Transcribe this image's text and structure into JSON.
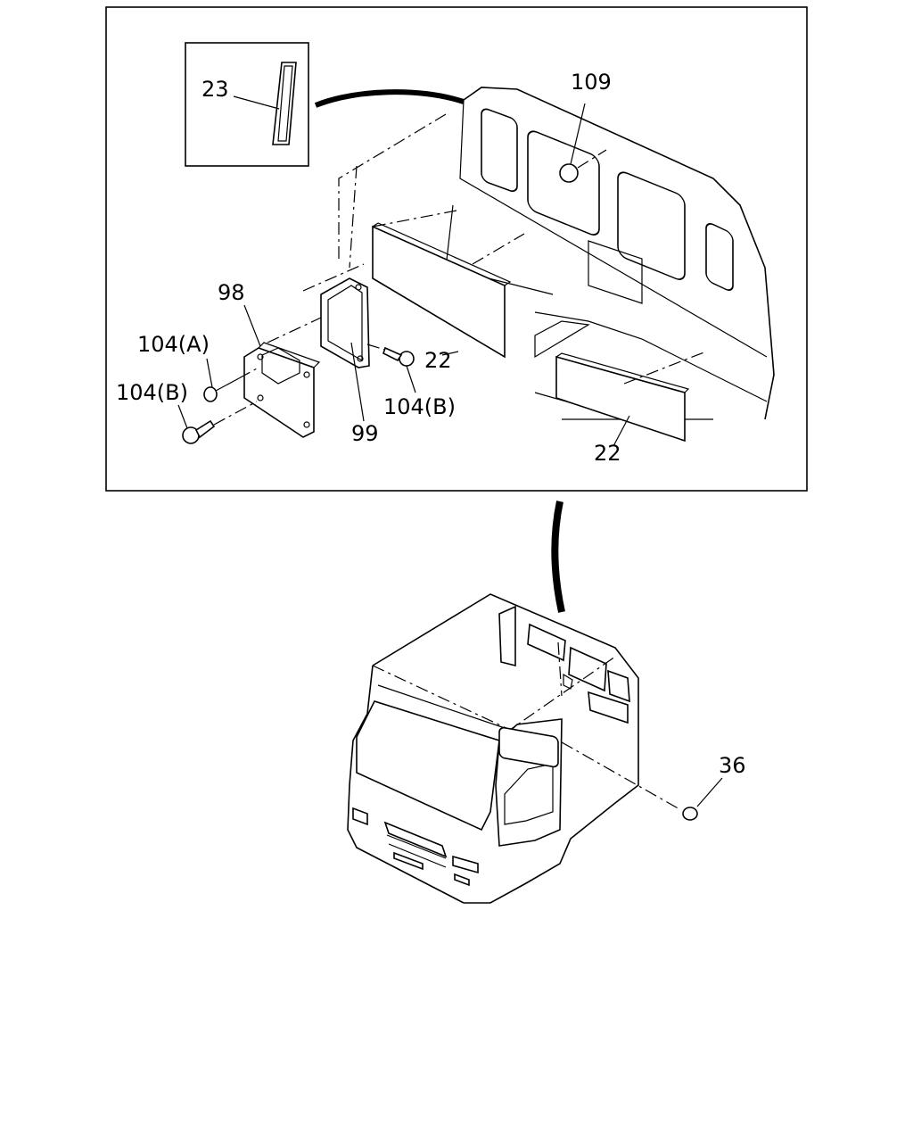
{
  "callouts": {
    "c23": "23",
    "c109": "109",
    "c98": "98",
    "c104a": "104(A)",
    "c104b_left": "104(B)",
    "c104b_right": "104(B)",
    "c99": "99",
    "c22_upper": "22",
    "c22_lower": "22",
    "c36": "36"
  }
}
